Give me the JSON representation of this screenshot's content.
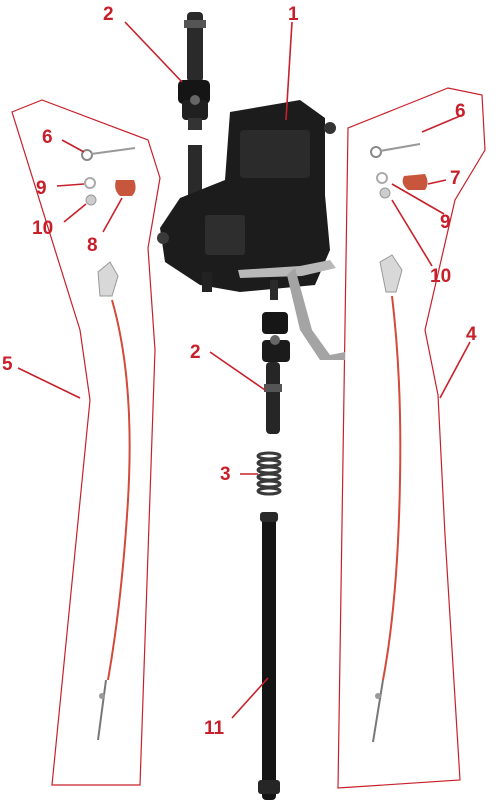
{
  "diagram": {
    "callouts": [
      {
        "id": "c2-top",
        "label": "2"
      },
      {
        "id": "c1",
        "label": "1"
      },
      {
        "id": "c6-left",
        "label": "6"
      },
      {
        "id": "c9-left",
        "label": "9"
      },
      {
        "id": "c10-left",
        "label": "10"
      },
      {
        "id": "c8",
        "label": "8"
      },
      {
        "id": "c5",
        "label": "5"
      },
      {
        "id": "c6-right",
        "label": "6"
      },
      {
        "id": "c7",
        "label": "7"
      },
      {
        "id": "c9-right",
        "label": "9"
      },
      {
        "id": "c10-right",
        "label": "10"
      },
      {
        "id": "c4",
        "label": "4"
      },
      {
        "id": "c2-mid",
        "label": "2"
      },
      {
        "id": "c3",
        "label": "3"
      },
      {
        "id": "c11",
        "label": "11"
      }
    ],
    "colors": {
      "callout": "#c8202a",
      "gearbox": "#1c1c1c",
      "cable": "#d24a3a",
      "handle": "#c8563c"
    }
  }
}
